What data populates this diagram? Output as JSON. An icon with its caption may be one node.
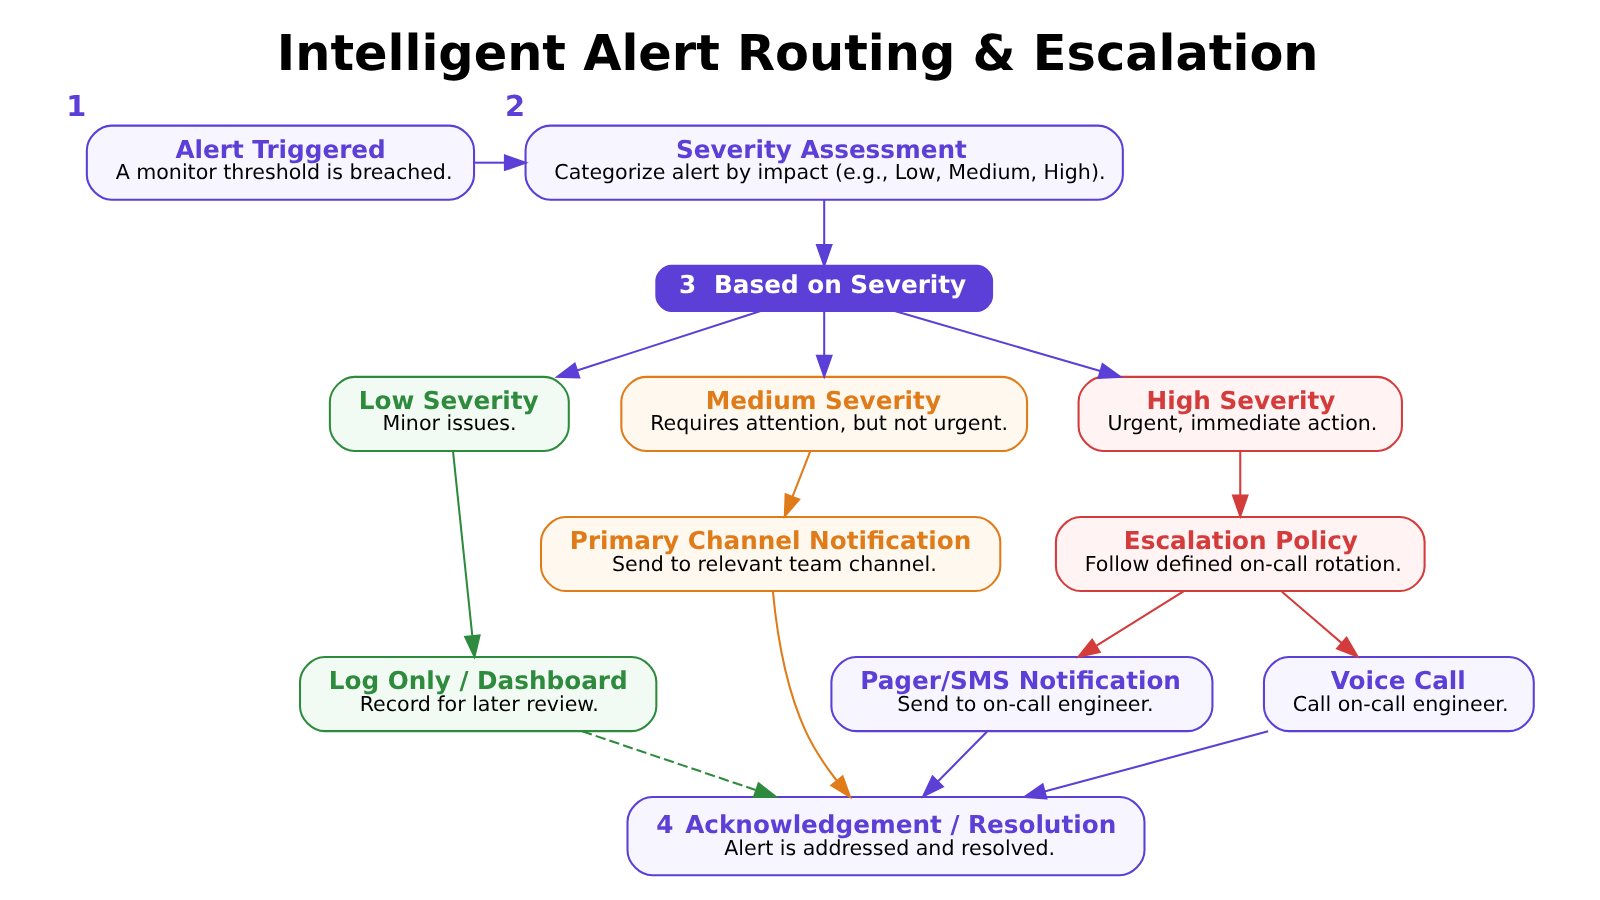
{
  "diagram": {
    "title": "Intelligent Alert Routing & Escalation",
    "nodes": [
      {
        "text": [
          "Alert Triggered",
          "A monitor threshold is breached."
        ],
        "beside": [
          "1"
        ]
      },
      {
        "text": [
          "Severity Assessment",
          "Categorize alert by impact (e.g., Low, Medium, High)."
        ],
        "beside": [
          "2"
        ]
      },
      {
        "text": [
          "3",
          "Based on Severity"
        ]
      },
      {
        "text": [
          "Low Severity",
          "Minor issues."
        ]
      },
      {
        "text": [
          "Medium Severity",
          "Requires attention, but not urgent."
        ]
      },
      {
        "text": [
          "High Severity",
          "Urgent, immediate action."
        ]
      },
      {
        "text": [
          "Log Only / Dashboard",
          "Record for later review."
        ]
      },
      {
        "text": [
          "Primary Channel Notification",
          "Send to relevant team channel."
        ]
      },
      {
        "text": [
          "Escalation Policy",
          "Follow defined on-call rotation."
        ]
      },
      {
        "text": [
          "Pager/SMS Notification",
          "Send to on-call engineer."
        ]
      },
      {
        "text": [
          "Voice Call",
          "Call on-call engineer."
        ]
      },
      {
        "text": [
          "4",
          "Acknowledgement / Resolution",
          "Alert is addressed and resolved."
        ]
      }
    ],
    "edges": [
      {
        "from": 0,
        "to": 1,
        "arrow": "to"
      },
      {
        "from": 1,
        "to": 2,
        "arrow": "to"
      },
      {
        "from": 2,
        "to": 3,
        "arrow": "to"
      },
      {
        "from": 2,
        "to": 4,
        "arrow": "to"
      },
      {
        "from": 2,
        "to": 5,
        "arrow": "to"
      },
      {
        "from": 3,
        "to": 6,
        "arrow": "to",
        "color": "#2e8b3e"
      },
      {
        "from": 4,
        "to": 7,
        "arrow": "to",
        "color": "#e07b1a"
      },
      {
        "from": 5,
        "to": 8,
        "arrow": "to",
        "color": "#d43b3b"
      },
      {
        "from": 8,
        "to": 9,
        "arrow": "to",
        "color": "#d43b3b"
      },
      {
        "from": 8,
        "to": 10,
        "arrow": "to",
        "color": "#d43b3b"
      },
      {
        "from": 6,
        "to": 11,
        "arrow": "to",
        "style": "dashed",
        "color": "#2e8b3e"
      },
      {
        "from": 7,
        "to": 11,
        "arrow": "to",
        "color": "#e07b1a"
      },
      {
        "from": 9,
        "to": 11,
        "arrow": "to"
      },
      {
        "from": 10,
        "to": 11,
        "arrow": "to"
      }
    ]
  }
}
